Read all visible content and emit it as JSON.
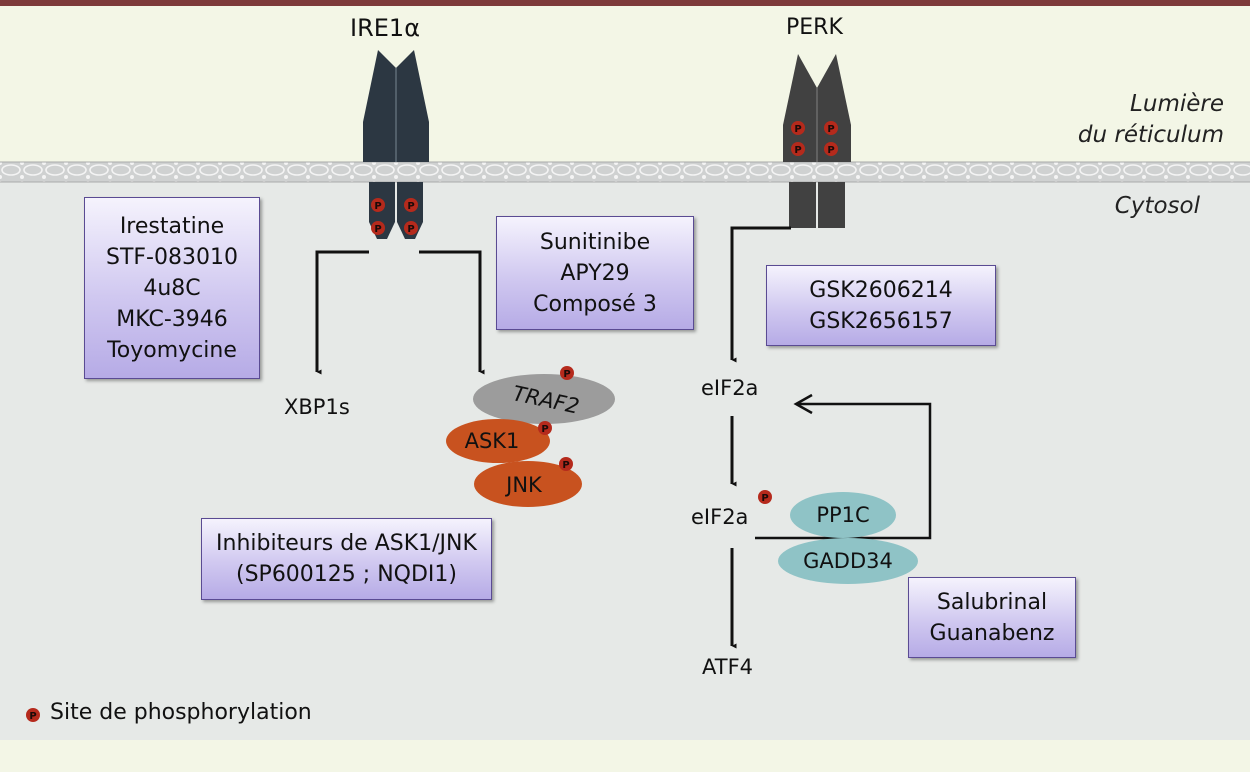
{
  "receptors": {
    "ire1": "IRE1α",
    "perk": "PERK"
  },
  "regions": {
    "lumen_line1": "Lumière",
    "lumen_line2": "du réticulum",
    "cytosol": "Cytosol"
  },
  "inhibitor_boxes": {
    "ire1_rnase": [
      "Irestatine",
      "STF-083010",
      "4u8C",
      "MKC-3946",
      "Toyomycine"
    ],
    "ire1_kinase": [
      "Sunitinibe",
      "APY29",
      "Composé 3"
    ],
    "perk": [
      "GSK2606214",
      "GSK2656157"
    ],
    "ask1_jnk": [
      "Inhibiteurs de ASK1/JNK",
      "(SP600125 ; NQDI1)"
    ],
    "eif2a_phosphatase": [
      "Salubrinal",
      "Guanabenz"
    ]
  },
  "molecules": {
    "xbp1s": "XBP1s",
    "traf2": "TRAF2",
    "ask1": "ASK1",
    "jnk": "JNK",
    "eif2a": "eIF2a",
    "eif2a_p": "eIF2a",
    "pp1c": "PP1C",
    "gadd34": "GADD34",
    "atf4": "ATF4"
  },
  "legend": {
    "phospho_symbol": "P",
    "label": "Site de phosphorylation"
  },
  "colors": {
    "top_band": "#7d3a3a",
    "lumen": "#f3f6e6",
    "cytosol": "#e6e9e7",
    "membrane": "#c9cbcb",
    "ire1_body": "#2c3742",
    "perk_body": "#414141",
    "phospho": "#b52a1c",
    "traf2": "#9c9c9c",
    "ask1_jnk": "#c8521f",
    "pp1c_gadd34": "#8fc3c6"
  }
}
